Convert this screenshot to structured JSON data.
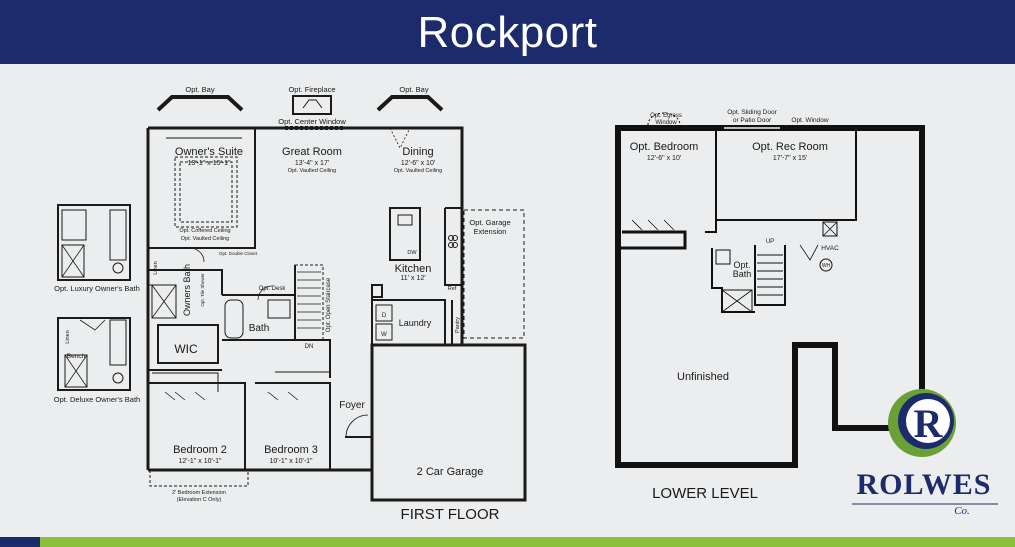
{
  "title": "Rockport",
  "first_floor": {
    "heading": "FIRST FLOOR",
    "opt_bay_left": "Opt. Bay",
    "opt_fireplace": "Opt. Fireplace",
    "opt_bay_right": "Opt. Bay",
    "opt_center_window": "Opt. Center Window",
    "owners_suite": {
      "name": "Owner's Suite",
      "dim": "13'-1\" x 15'-1\""
    },
    "coffered_ceiling": "Opt. Coffered Ceiling",
    "owners_vaulted": "Opt. Vaulted Ceiling",
    "great_room": {
      "name": "Great Room",
      "dim": "13'-4\" x 17'",
      "note": "Opt. Vaulted Ceiling"
    },
    "dining": {
      "name": "Dining",
      "dim": "12'-6\" x 10'",
      "note": "Opt. Vaulted Ceiling"
    },
    "garage_extension": [
      "Opt. Garage",
      "Extension"
    ],
    "kitchen": {
      "name": "Kitchen",
      "dim": "11' x 12'"
    },
    "dw": "DW",
    "ref": "Ref",
    "laundry": "Laundry",
    "pantry": "Pantry",
    "washer": "W",
    "dryer": "D",
    "owners_bath": "Owners Bath",
    "opt_double_closet": "Opt. Double Closet",
    "opt_tile_shower": "Opt. Tile Shower",
    "linen": "Linen",
    "opt_desk": "Opt. Desk",
    "bath": "Bath",
    "opt_open_staircase": "Opt. Open Staircase",
    "dn": "DN",
    "wic": "WIC",
    "foyer": "Foyer",
    "bedroom2": {
      "name": "Bedroom 2",
      "dim": "12'-1\" x 10'-1\""
    },
    "bedroom3": {
      "name": "Bedroom 3",
      "dim": "10'-1\" x 10'-1\""
    },
    "bedroom_extension": [
      "2' Bedroom Extension",
      "(Elevation C Only)"
    ],
    "garage": "2 Car Garage",
    "luxury_bath": "Opt. Luxury Owner's Bath",
    "deluxe_bath": "Opt. Deluxe Owner's Bath",
    "deluxe_linen": "Linen",
    "bench": "Bench"
  },
  "lower_level": {
    "heading": "LOWER LEVEL",
    "opt_egress_window": [
      "Opt. Egress",
      "Window"
    ],
    "opt_sliding_door": [
      "Opt. Sliding Door",
      "or Patio Door"
    ],
    "opt_window": "Opt. Window",
    "opt_bedroom": {
      "name": "Opt. Bedroom",
      "dim": "12'-6\" x 10'"
    },
    "opt_rec_room": {
      "name": "Opt. Rec Room",
      "dim": "17'-7\" x 15'"
    },
    "up": "UP",
    "hvac": "HVAC",
    "wh": "WH",
    "opt_bath": [
      "Opt.",
      "Bath"
    ],
    "unfinished": "Unfinished"
  },
  "logo": {
    "letter": "R",
    "name": "ROLWES",
    "co": "Co."
  },
  "colors": {
    "banner": "#1c2b6b",
    "accent_green": "#8cbf3a",
    "logo_navy": "#1c2b6b",
    "logo_green": "#6aa136"
  }
}
